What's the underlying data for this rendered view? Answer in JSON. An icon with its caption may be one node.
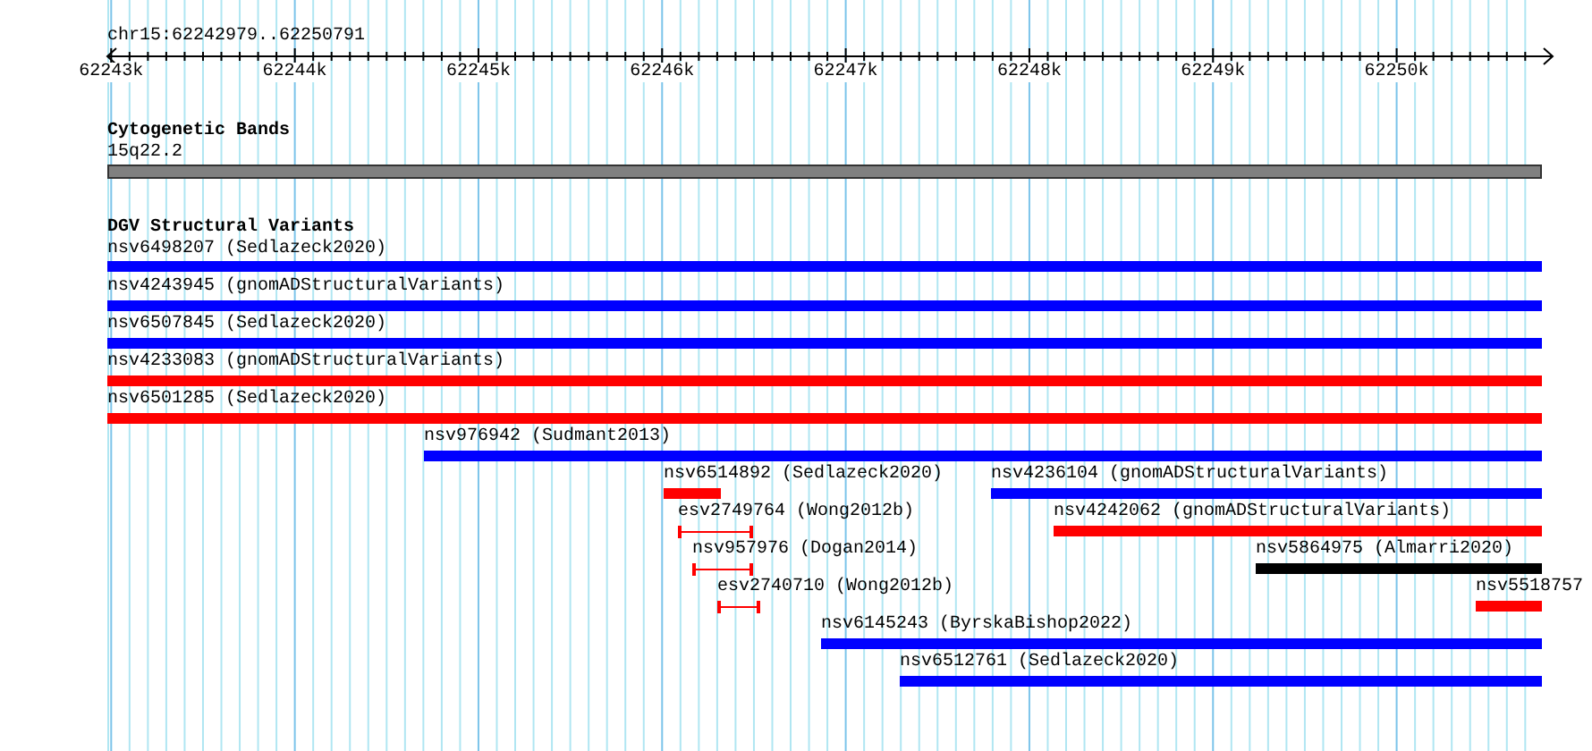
{
  "diagram": {
    "nodes": [
      {
        "text": [
          "15q22.2"
        ]
      },
      {
        "text": [
          "nsv6498207 (Sedlazeck2020)"
        ]
      },
      {
        "text": [
          "nsv4243945 (gnomADStructuralVariants)"
        ]
      },
      {
        "text": [
          "nsv6507845 (Sedlazeck2020)"
        ]
      },
      {
        "text": [
          "nsv4233083 (gnomADStructuralVariants)"
        ]
      },
      {
        "text": [
          "nsv6501285 (Sedlazeck2020)"
        ]
      },
      {
        "text": [
          "nsv976942 (Sudmant2013)"
        ]
      },
      {
        "text": [
          "nsv6514892 (Sedlazeck2020)"
        ]
      },
      {
        "text": [
          "nsv4236104 (gnomADStructuralVariants)"
        ]
      },
      {
        "text": [
          "esv2749764 (Wong2012b)"
        ]
      },
      {
        "text": [
          "nsv4242062 (gnomADStructuralVariants)"
        ]
      },
      {
        "text": [
          "nsv957976 (Dogan2014)"
        ]
      },
      {
        "text": [
          "nsv5864975 (Almarri2020)"
        ]
      },
      {
        "text": [
          "esv2740710 (Wong2012b)"
        ]
      },
      {
        "text": [
          "nsv5518757"
        ]
      },
      {
        "text": [
          "nsv6145243 (ByrskaBishop2022)"
        ]
      },
      {
        "text": [
          "nsv6512761 (Sedlazeck2020)"
        ]
      }
    ],
    "labels": [
      "chr15:62242979..62250791",
      "62243k",
      "62244k",
      "62245k",
      "62246k",
      "62247k",
      "62248k",
      "62249k",
      "62250k",
      "Cytogenetic Bands",
      "DGV Structural Variants"
    ]
  }
}
